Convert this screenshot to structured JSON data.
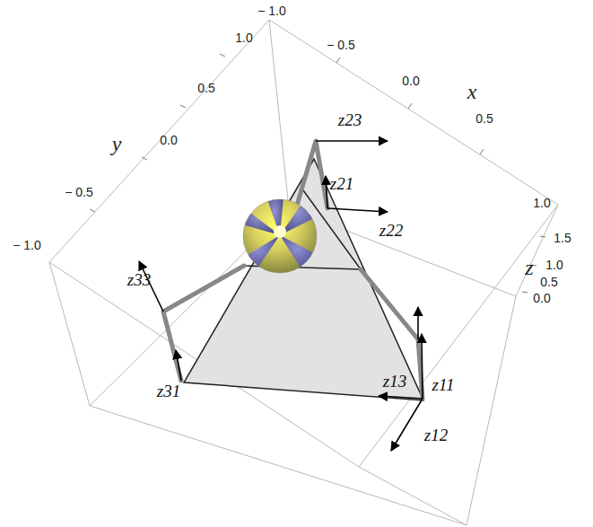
{
  "diagram": {
    "labels": [
      "− 1.0",
      "− 0.5",
      "0.0",
      "x",
      "0.5",
      "1.0",
      "1.0",
      "0.5",
      "y",
      "0.0",
      "− 0.5",
      "− 1.0",
      "1.5",
      "z",
      "1.0",
      "0.5",
      "0.0",
      "z23",
      "z21",
      "z22",
      "z33",
      "z31",
      "z13",
      "z11",
      "z12"
    ]
  }
}
